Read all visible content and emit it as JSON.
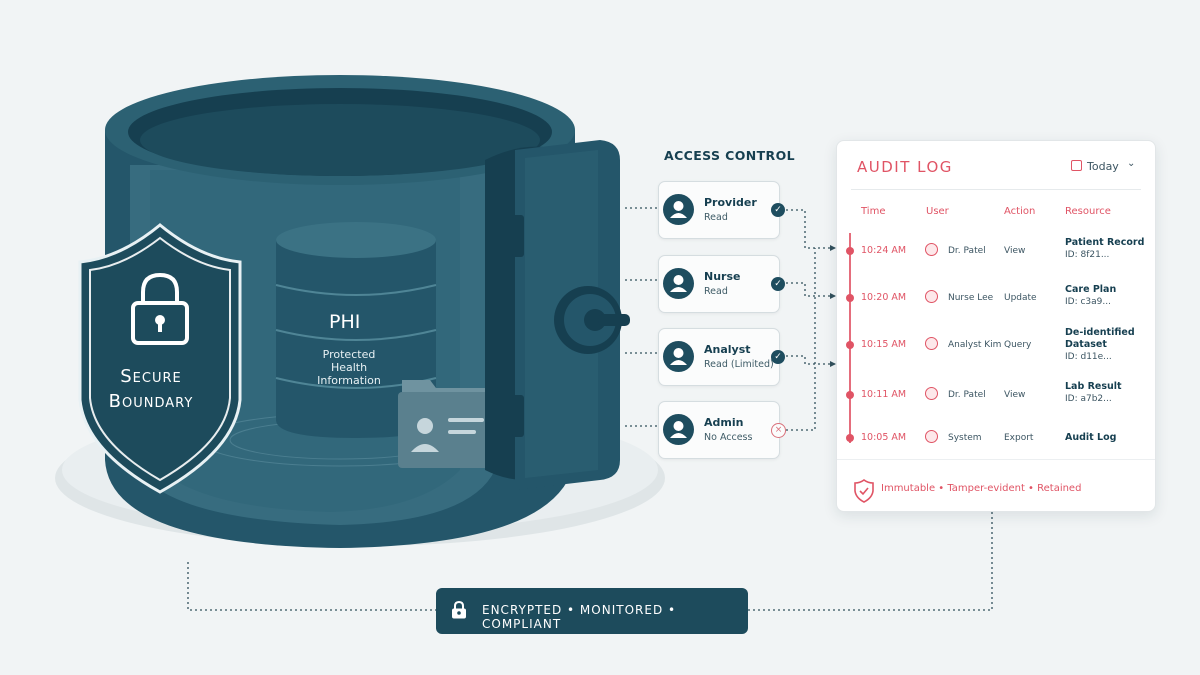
{
  "shield": {
    "label": "Secure Boundary"
  },
  "phi": {
    "title": "PHI",
    "subtitle": "Protected Health Information"
  },
  "access_control": {
    "title": "ACCESS CONTROL",
    "roles": [
      {
        "name": "Provider",
        "permission": "Read",
        "status": "granted",
        "status_glyph": "✓"
      },
      {
        "name": "Nurse",
        "permission": "Read",
        "status": "granted",
        "status_glyph": "✓"
      },
      {
        "name": "Analyst",
        "permission": "Read (Limited)",
        "status": "granted",
        "status_glyph": "✓"
      },
      {
        "name": "Admin",
        "permission": "No Access",
        "status": "denied",
        "status_glyph": "×"
      }
    ]
  },
  "audit_log": {
    "title": "AUDIT LOG",
    "date_filter": "Today",
    "chevron": "⌄",
    "headers": {
      "time": "Time",
      "user": "User",
      "action": "Action",
      "resource": "Resource"
    },
    "rows": [
      {
        "time": "10:24 AM",
        "user": "Dr. Patel",
        "action": "View",
        "resource": "Patient Record",
        "id": "ID: 8f21..."
      },
      {
        "time": "10:20 AM",
        "user": "Nurse Lee",
        "action": "Update",
        "resource": "Care Plan",
        "id": "ID: c3a9..."
      },
      {
        "time": "10:15 AM",
        "user": "Analyst Kim",
        "action": "Query",
        "resource": "De-identified Dataset",
        "id": "ID: d11e..."
      },
      {
        "time": "10:11 AM",
        "user": "Dr. Patel",
        "action": "View",
        "resource": "Lab Result",
        "id": "ID: a7b2..."
      },
      {
        "time": "10:05 AM",
        "user": "System",
        "action": "Export",
        "resource": "Audit Log",
        "id": ""
      }
    ],
    "footer": "Immutable  •  Tamper-evident  •  Retained"
  },
  "badge": {
    "text": "ENCRYPTED  •  MONITORED  •  COMPLIANT"
  },
  "colors": {
    "teal_dark": "#1d4b5c",
    "teal_mid": "#2c6173",
    "audit_accent": "#e05465",
    "background": "#f1f4f5"
  }
}
